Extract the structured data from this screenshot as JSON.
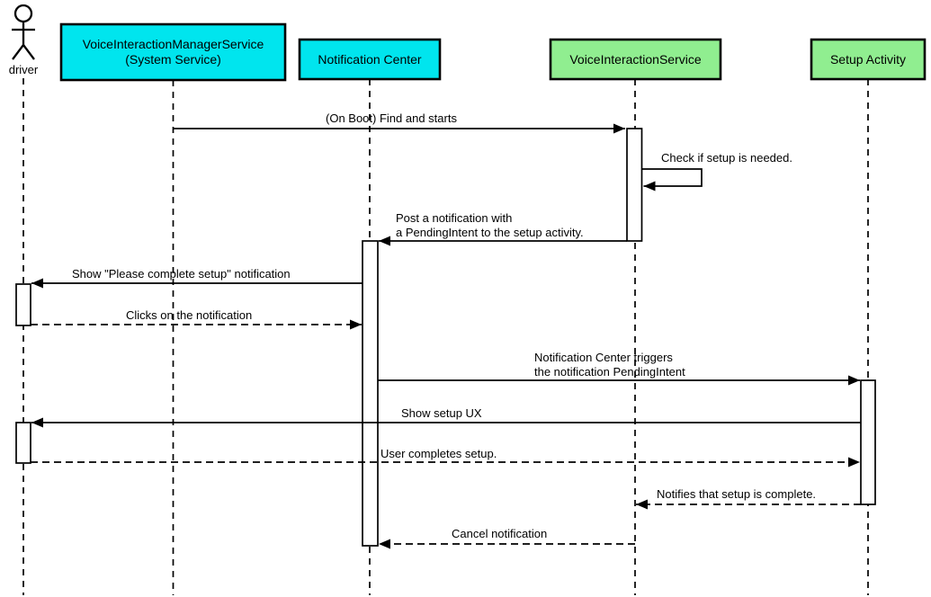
{
  "diagram_type": "uml-sequence-diagram",
  "colors": {
    "cyan": "#00e5ee",
    "green": "#90ee90",
    "stroke": "#000000",
    "activation_fill": "#ffffff",
    "background": "#ffffff"
  },
  "participants": [
    {
      "id": "driver",
      "kind": "actor",
      "label": "driver"
    },
    {
      "id": "voice-interaction-manager-service",
      "kind": "participant",
      "label_line1": "VoiceInteractionManagerService",
      "label_line2": "(System Service)",
      "fill": "cyan"
    },
    {
      "id": "notification-center",
      "kind": "participant",
      "label": "Notification Center",
      "fill": "cyan"
    },
    {
      "id": "voice-interaction-service",
      "kind": "participant",
      "label": "VoiceInteractionService",
      "fill": "green"
    },
    {
      "id": "setup-activity",
      "kind": "participant",
      "label": "Setup Activity",
      "fill": "green"
    }
  ],
  "messages": [
    {
      "from": "VoiceInteractionManagerService (System Service)",
      "to": "VoiceInteractionService",
      "style": "solid",
      "label": "(On Boot) Find and starts"
    },
    {
      "from": "VoiceInteractionService",
      "to": "VoiceInteractionService",
      "style": "solid-self",
      "label": "Check if setup is needed."
    },
    {
      "from": "VoiceInteractionService",
      "to": "Notification Center",
      "style": "solid",
      "label_line1": "Post a notification with",
      "label_line2": "a PendingIntent to the setup activity."
    },
    {
      "from": "Notification Center",
      "to": "driver",
      "style": "solid",
      "label": "Show \"Please complete setup\" notification"
    },
    {
      "from": "driver",
      "to": "Notification Center",
      "style": "dashed",
      "label": "Clicks on the notification"
    },
    {
      "from": "Notification Center",
      "to": "Setup Activity",
      "style": "solid",
      "label_line1": "Notification Center triggers",
      "label_line2": "the notification PendingIntent"
    },
    {
      "from": "Setup Activity",
      "to": "driver",
      "style": "solid",
      "label": "Show setup UX"
    },
    {
      "from": "driver",
      "to": "Setup Activity",
      "style": "dashed",
      "label": "User completes setup."
    },
    {
      "from": "Setup Activity",
      "to": "VoiceInteractionService",
      "style": "dashed",
      "label": "Notifies that setup is complete."
    },
    {
      "from": "VoiceInteractionService",
      "to": "Notification Center",
      "style": "dashed",
      "label": "Cancel notification"
    }
  ]
}
